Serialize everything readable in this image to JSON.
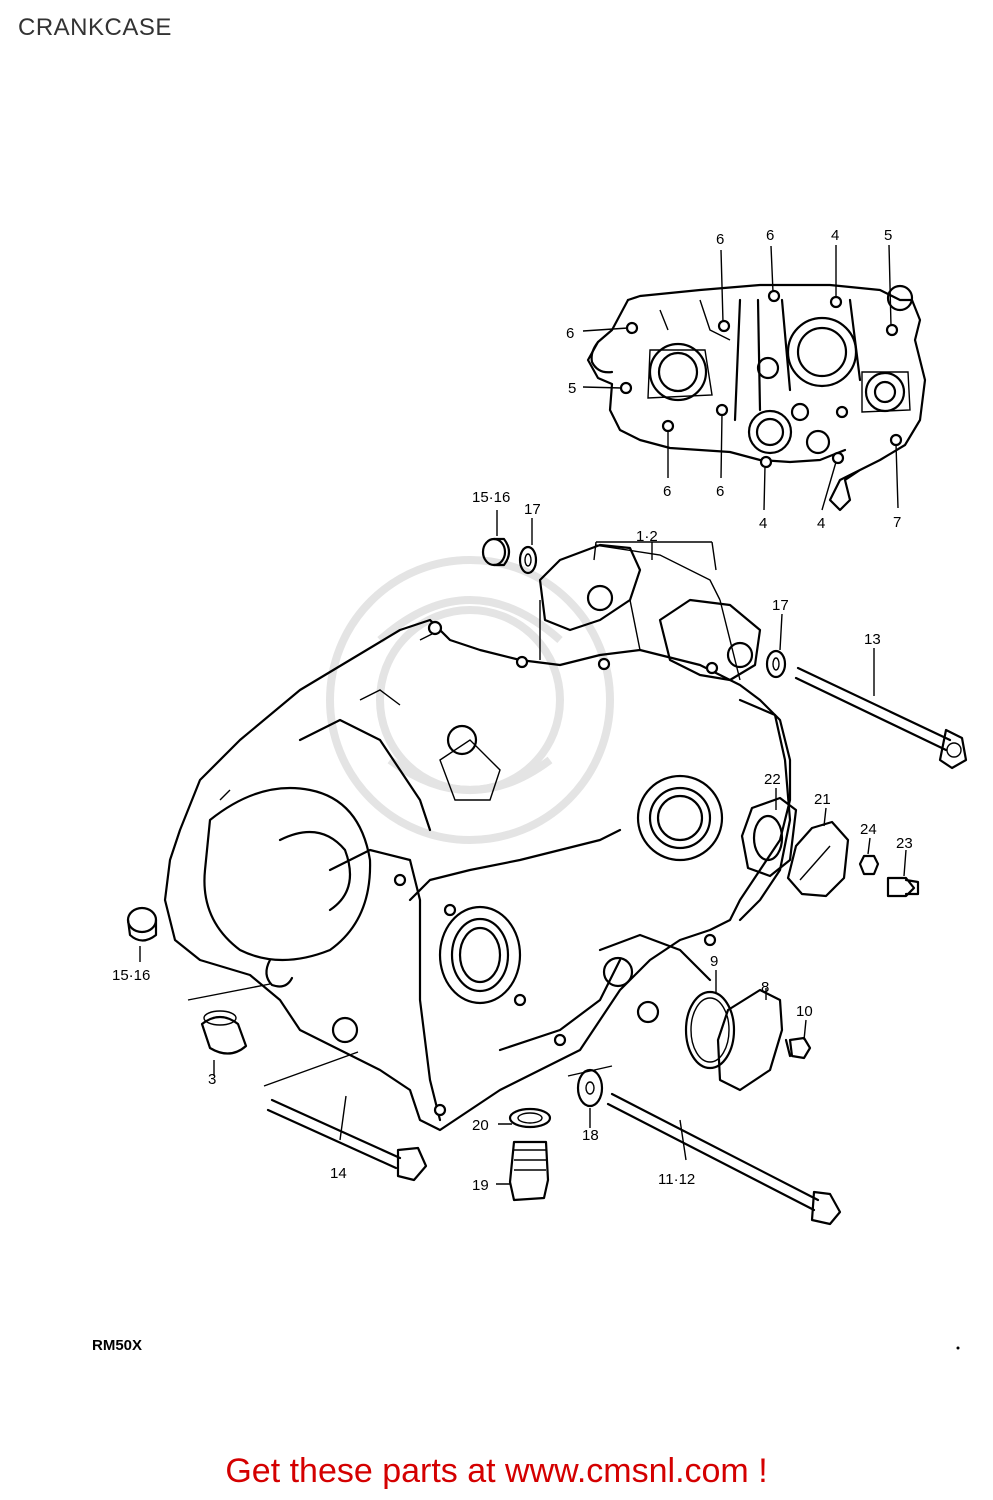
{
  "header": {
    "title": "CRANKCASE"
  },
  "diagram": {
    "model_code": "RM50X",
    "callouts": {
      "c_6a": "6",
      "c_6b": "6",
      "c_4a": "4",
      "c_5a": "5",
      "c_6c": "6",
      "c_5b": "5",
      "c_6d": "6",
      "c_6e": "6",
      "c_4b": "4",
      "c_4c": "4",
      "c_7": "7",
      "c_1516a": "15·16",
      "c_17a": "17",
      "c_12": "1·2",
      "c_17b": "17",
      "c_13": "13",
      "c_22": "22",
      "c_21": "21",
      "c_24": "24",
      "c_23": "23",
      "c_1516b": "15·16",
      "c_9": "9",
      "c_8": "8",
      "c_10": "10",
      "c_3": "3",
      "c_20": "20",
      "c_18": "18",
      "c_14": "14",
      "c_19": "19",
      "c_1112": "11·12"
    }
  },
  "footer": {
    "promo_text": "Get these parts at www.cmsnl.com !",
    "accent_color": "#d40000"
  }
}
